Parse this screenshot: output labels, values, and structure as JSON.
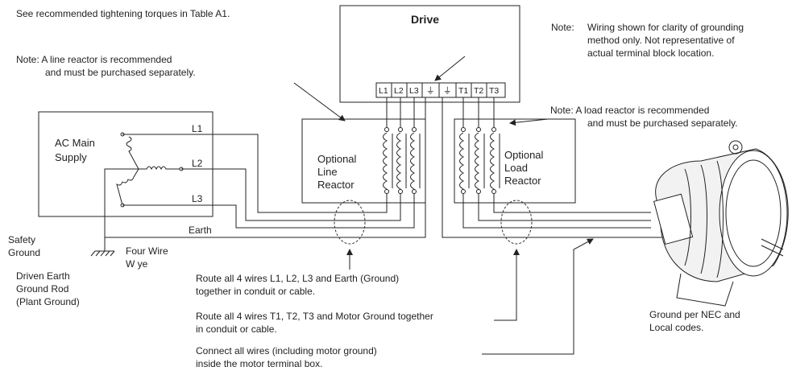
{
  "top_note": "See recommended tightening torques in Table A1.",
  "drive_title": "Drive",
  "notes": {
    "line_reactor": [
      "Note:  A line reactor is recommended",
      "and must be purchased separately."
    ],
    "wiring_prefix": "Note:",
    "wiring": [
      "Wiring shown for clarity of grounding",
      "method only.  Not representative of",
      "actual terminal block location."
    ],
    "load_reactor": [
      "Note:  A load reactor is recommended",
      "and must be purchased separately."
    ]
  },
  "terminals": [
    "L1",
    "L2",
    "L3",
    "⏚",
    "⏚",
    "T1",
    "T2",
    "T3"
  ],
  "ac_supply": [
    "AC Main",
    "Supply"
  ],
  "line_labels": {
    "l1": "L1",
    "l2": "L2",
    "l3": "L3",
    "earth": "Earth"
  },
  "line_reactor_label": [
    "Optional",
    "Line",
    "Reactor"
  ],
  "load_reactor_label": [
    "Optional",
    "Load",
    "Reactor"
  ],
  "safety_ground": [
    "Safety",
    "Ground"
  ],
  "four_wire": [
    "Four Wire",
    "W ye"
  ],
  "ground_rod": [
    "Driven Earth",
    "Ground Rod",
    "(Plant Ground)"
  ],
  "route_line": [
    "Route all 4 wires L1, L2, L3 and Earth (Ground)",
    "together in conduit or cable."
  ],
  "route_motor": [
    "Route all 4 wires T1, T2, T3 and Motor Ground together",
    "in conduit or cable."
  ],
  "connect_all": [
    "Connect all wires (including motor ground)",
    "inside the motor terminal box."
  ],
  "ground_nec": [
    "Ground per NEC and",
    "Local codes."
  ]
}
